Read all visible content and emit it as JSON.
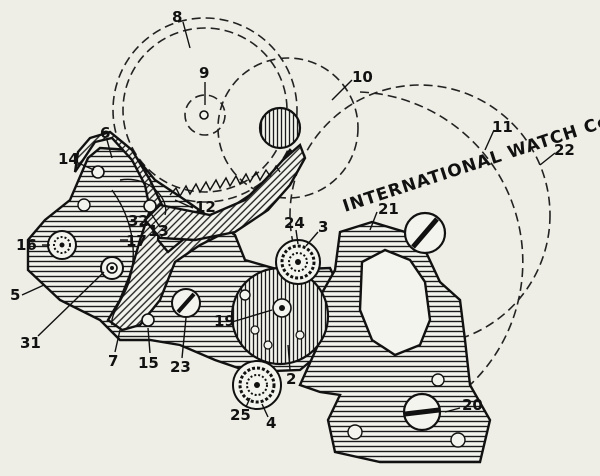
{
  "inscription": "INTERNATIONAL WATCH Co.",
  "labels": {
    "l2": "2",
    "l3": "3",
    "l4": "4",
    "l5": "5",
    "l6": "6",
    "l7": "7",
    "l8": "8",
    "l9": "9",
    "l10": "10",
    "l11": "11",
    "l12": "12",
    "l13": "13",
    "l14": "14",
    "l15": "15",
    "l16": "16",
    "l17": "17",
    "l19": "19",
    "l20": "20",
    "l21": "21",
    "l22": "22",
    "l23": "23",
    "l24": "24",
    "l25": "25",
    "l31": "31",
    "l32": "32"
  }
}
